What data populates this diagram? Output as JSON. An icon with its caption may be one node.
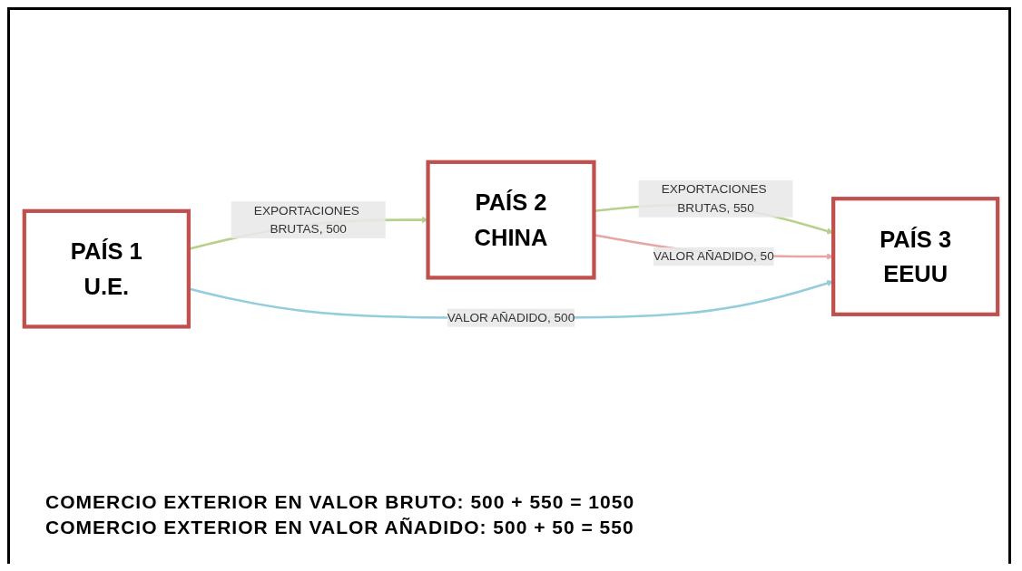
{
  "diagram": {
    "nodes": [
      {
        "text": [
          "PAÍS 1",
          "U.E."
        ]
      },
      {
        "text": [
          "PAÍS 2",
          "CHINA"
        ]
      },
      {
        "text": [
          "PAÍS 3",
          "EEUU"
        ]
      }
    ],
    "edges": [
      {
        "from": 0,
        "to": 1,
        "arrow": "to",
        "label": "EXPORTACIONES BRUTAS, 500",
        "color": "#b5d18a"
      },
      {
        "from": 1,
        "to": 2,
        "arrow": "to",
        "label": "EXPORTACIONES BRUTAS, 550",
        "color": "#b5d18a"
      },
      {
        "from": 1,
        "to": 2,
        "arrow": "to",
        "label": "VALOR AÑADIDO, 50",
        "color": "#e8a5a5"
      },
      {
        "from": 0,
        "to": 2,
        "arrow": "to",
        "label": "VALOR AÑADIDO, 500",
        "color": "#93cddd"
      }
    ],
    "labels": [
      "COMERCIO EXTERIOR EN VALOR BRUTO: 500 + 550 = 1050",
      "COMERCIO EXTERIOR EN VALOR AÑADIDO: 500 + 50 = 550"
    ]
  }
}
